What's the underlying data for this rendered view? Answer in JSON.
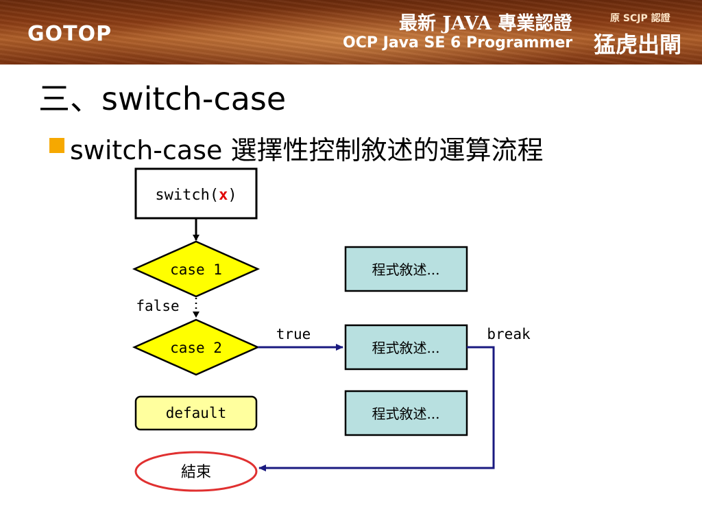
{
  "banner": {
    "logo": "GOTOP",
    "book_line1": "最新 JAVA 專業認證",
    "book_line2": "OCP Java SE 6 Programmer",
    "orig_label": "原 SCJP 認證",
    "tiger": "猛虎出閘"
  },
  "slide": {
    "title": "三、switch-case",
    "bullet": "switch-case 選擇性控制敘述的運算流程"
  },
  "diagram": {
    "switch_prefix": "switch(",
    "switch_var": "x",
    "switch_suffix": ")",
    "case1": "case 1",
    "case2": "case 2",
    "default": "default",
    "stmt1": "程式敘述...",
    "stmt2": "程式敘述...",
    "stmt3": "程式敘述...",
    "false_label": "false",
    "true_label": "true",
    "break_label": "break",
    "end": "結束"
  },
  "colors": {
    "diamond_fill": "#ffff00",
    "default_fill": "#ffff9e",
    "stmt_fill": "#b8e0e0",
    "arrow": "#1a1a80",
    "end_stroke": "#e03030",
    "switch_var": "#e00000",
    "bullet": "#f6a800"
  }
}
